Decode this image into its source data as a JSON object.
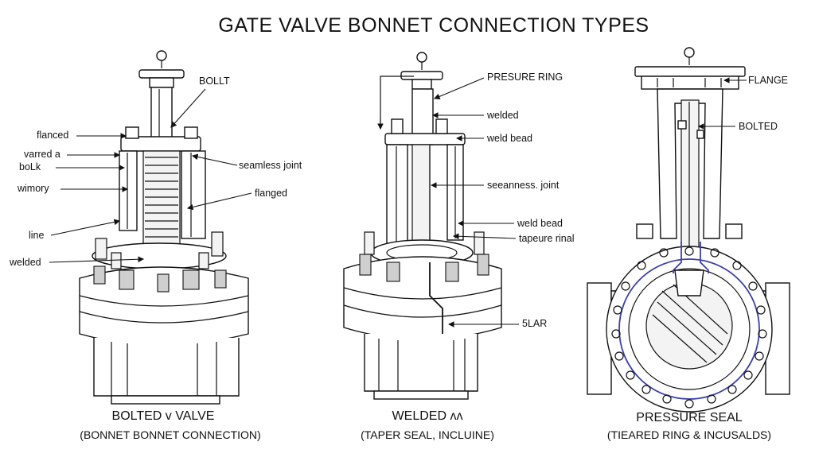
{
  "title": "GATE VALVE BONNET CONNECTION TYPES",
  "valves": [
    {
      "caption": "BOLTED v VALVE",
      "subcaption": "(BONNET BONNET CONNECTION)",
      "labels": [
        "BOLLT",
        "flanced",
        "varred a",
        "boLk",
        "wimory",
        "seamless joint",
        "flanged",
        "line",
        "welded"
      ]
    },
    {
      "caption": "WELDED ʌʌ",
      "subcaption": "(TAPER SEAL, INCLUINE)",
      "labels": [
        "PRESURE RING",
        "welded",
        "weld bead",
        "seeanness. joint",
        "weld bead",
        "tapeure rinal",
        "5LAR"
      ]
    },
    {
      "caption": "PRESSURE SEAL",
      "subcaption": "(TIEARED RING & INCUSALDS)",
      "labels": [
        "FLANGE",
        "BOLTED"
      ]
    }
  ],
  "colors": {
    "line": "#111111",
    "seal_accent": "#3b3fa8",
    "background": "#ffffff"
  }
}
